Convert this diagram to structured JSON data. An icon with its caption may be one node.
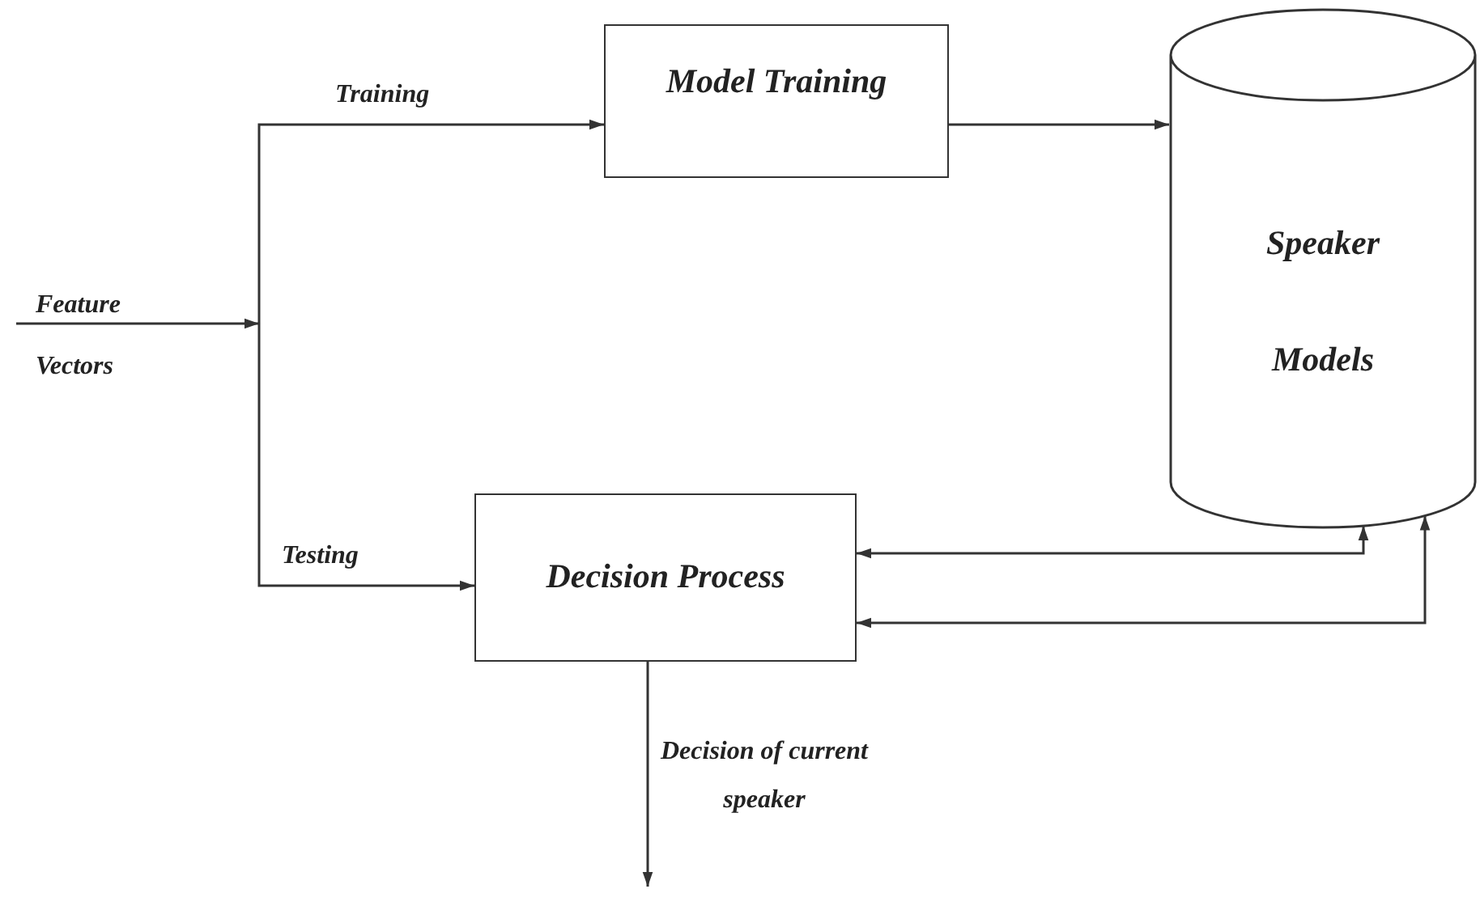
{
  "diagram": {
    "nodes": [
      {
        "text": [
          "Model Training"
        ]
      },
      {
        "text": [
          "Speaker Models"
        ]
      },
      {
        "text": [
          "Decision Process"
        ]
      }
    ],
    "edges": [
      {
        "from": null,
        "to": 0,
        "arrow": "to",
        "label": "Training"
      },
      {
        "from": null,
        "to": 2,
        "arrow": "to",
        "label": "Testing"
      },
      {
        "from": 0,
        "to": 1,
        "arrow": "to"
      },
      {
        "from": 1,
        "to": 2,
        "arrow": "both"
      },
      {
        "from": 1,
        "to": 2,
        "arrow": "both"
      },
      {
        "from": 2,
        "to": null,
        "arrow": "to",
        "label": "Decision of current speaker"
      }
    ],
    "labels": [
      "Feature Vectors"
    ]
  }
}
